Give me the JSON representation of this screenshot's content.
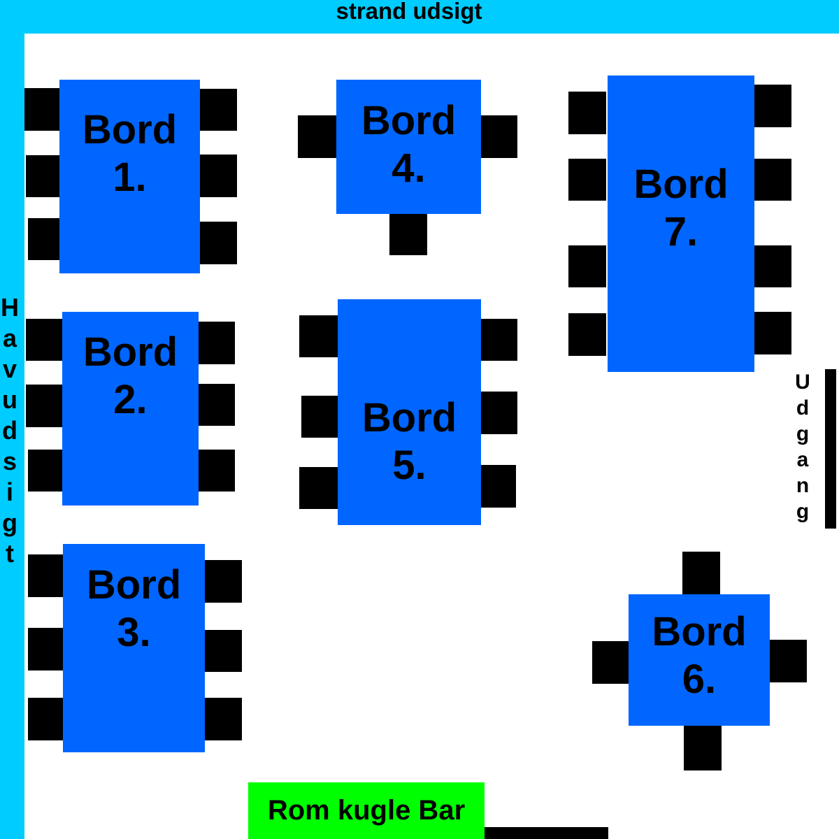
{
  "colors": {
    "wall": "#00ccff",
    "table": "#0066ff",
    "chair": "#000000",
    "bar": "#00ff00",
    "exit_line": "#000000"
  },
  "walls": {
    "top_label": "strand udsigt",
    "left_label": [
      "H",
      "a",
      "v",
      "u",
      "d",
      "s",
      "i",
      "g",
      "t"
    ]
  },
  "exit": {
    "label": [
      "U",
      "d",
      "g",
      "a",
      "n",
      "g"
    ]
  },
  "bar": {
    "label": "Rom kugle Bar"
  },
  "tables": {
    "t1": {
      "word": "Bord",
      "number": "1."
    },
    "t2": {
      "word": "Bord",
      "number": "2."
    },
    "t3": {
      "word": "Bord",
      "number": "3."
    },
    "t4": {
      "word": "Bord",
      "number": "4."
    },
    "t5": {
      "word": "Bord",
      "number": "5."
    },
    "t6": {
      "word": "Bord",
      "number": "6."
    },
    "t7": {
      "word": "Bord",
      "number": "7."
    }
  }
}
